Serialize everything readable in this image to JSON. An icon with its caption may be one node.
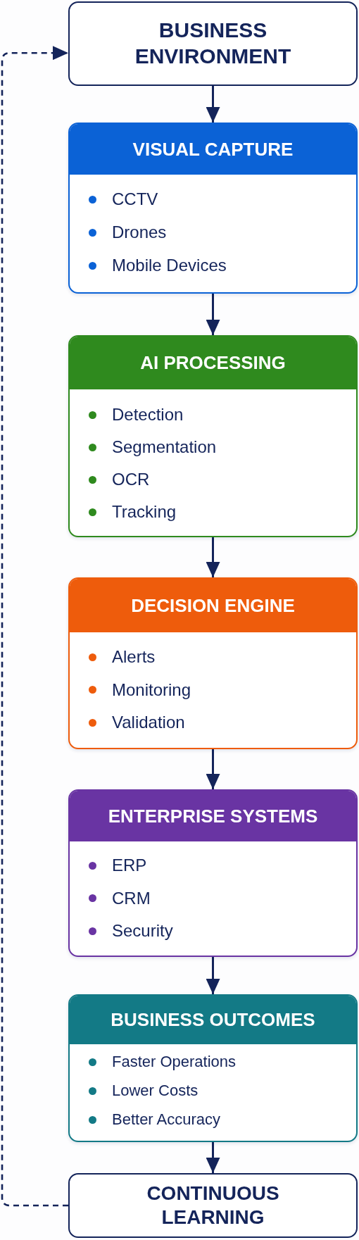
{
  "diagram": {
    "nodes": [
      {
        "text": [
          "BUSINESS ENVIRONMENT"
        ]
      },
      {
        "text": [
          "VISUAL CAPTURE",
          "CCTV",
          "Drones",
          "Mobile Devices"
        ]
      },
      {
        "text": [
          "AI PROCESSING",
          "Detection",
          "Segmentation",
          "OCR",
          "Tracking"
        ]
      },
      {
        "text": [
          "DECISION ENGINE",
          "Alerts",
          "Monitoring",
          "Validation"
        ]
      },
      {
        "text": [
          "ENTERPRISE SYSTEMS",
          "ERP",
          "CRM",
          "Security"
        ]
      },
      {
        "text": [
          "BUSINESS OUTCOMES",
          "Faster Operations",
          "Lower Costs",
          "Better Accuracy"
        ]
      },
      {
        "text": [
          "CONTINUOUS LEARNING"
        ]
      }
    ],
    "edges": [
      {
        "from": 0,
        "to": 1,
        "arrow": "to"
      },
      {
        "from": 1,
        "to": 2,
        "arrow": "to"
      },
      {
        "from": 2,
        "to": 3,
        "arrow": "to"
      },
      {
        "from": 3,
        "to": 4,
        "arrow": "to"
      },
      {
        "from": 4,
        "to": 5,
        "arrow": "to"
      },
      {
        "from": 5,
        "to": 6,
        "arrow": "to"
      },
      {
        "from": 6,
        "to": 0,
        "arrow": "to",
        "style": "dashed"
      }
    ]
  }
}
